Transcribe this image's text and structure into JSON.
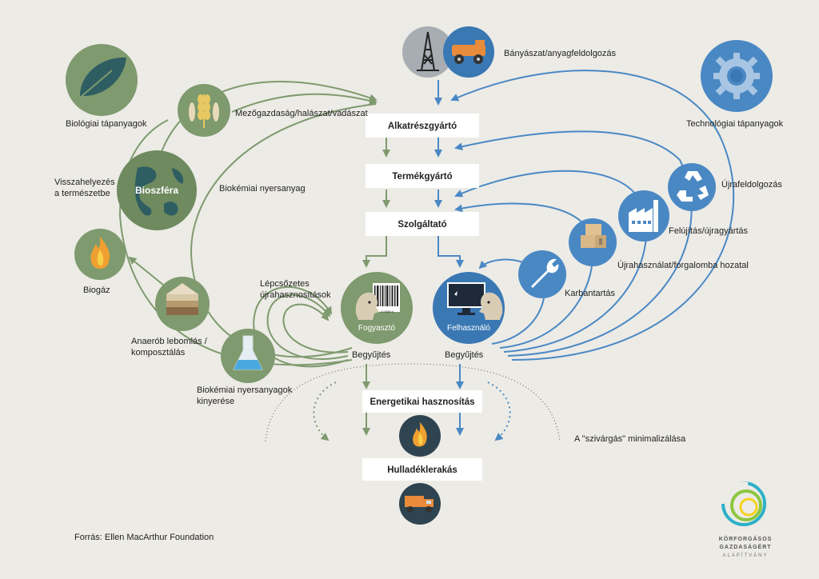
{
  "colors": {
    "background": "#ecebe6",
    "green": "#7f9a6e",
    "green_dark": "#6e8a5e",
    "blue": "#4a88c4",
    "blue_dark": "#3a78b4",
    "gray_circle": "#a7adb3",
    "box": "#ffffff"
  },
  "labels": {
    "mining": "Bányászat/anyagfeldolgozás",
    "bio_nutrients": "Biológiai tápanyagok",
    "tech_nutrients": "Technológiai tápanyagok",
    "agriculture": "Mezőgazdaság/halászat/vadászat",
    "restoration_line1": "Visszahelyezés",
    "restoration_line2": "a természetbe",
    "biosphere": "Bioszféra",
    "biochem_feedstock": "Biokémiai nyersanyag",
    "biogas": "Biogáz",
    "cascades_line1": "Lépcsőzetes",
    "cascades_line2": "újrahasznosítások",
    "anaerobic_line1": "Anaerób lebomlás /",
    "anaerobic_line2": "komposztálás",
    "extraction_line1": "Biokémiai nyersanyagok",
    "extraction_line2": "kinyerése",
    "consumer": "Fogyasztó",
    "user": "Felhasználó",
    "collection_left": "Begyűjtés",
    "collection_right": "Begyűjtés",
    "recycle": "Újrafeldolgozás",
    "refurbish": "Felújítás/újragyártás",
    "reuse": "Újrahasználat/forgalomba hozatal",
    "maintenance": "Karbantartás",
    "leakage": "A \"szivárgás\" minimalizálása",
    "source": "Forrás: Ellen MacArthur Foundation"
  },
  "boxes": {
    "parts": "Alkatrészgyártó",
    "product": "Termékgyártó",
    "service": "Szolgáltató",
    "energy": "Energetikai hasznosítás",
    "landfill": "Hulladéklerakás"
  },
  "logo": {
    "line1": "KÖRFORGÁSOS",
    "line2": "GAZDASÁGÉRT",
    "line3": "ALAPÍTVÁNY"
  },
  "icons": {
    "bio": "leaf-icon",
    "tech": "gear-icon",
    "oil": "oil-rig-icon",
    "truck": "dump-truck-icon",
    "wheat": "wheat-fish-icon",
    "globe": "globe-icon",
    "fire": "flame-icon",
    "soil": "soil-layers-icon",
    "flask": "flask-icon",
    "barcode": "barcode-icon",
    "monitor": "monitor-icon",
    "wrench": "wrench-icon",
    "boxes": "boxes-icon",
    "factory": "factory-icon",
    "recycle": "recycle-icon",
    "landfill_truck": "landfill-truck-icon",
    "logo": "spiral-logo-icon"
  },
  "barcode_number": "5 0006 9"
}
